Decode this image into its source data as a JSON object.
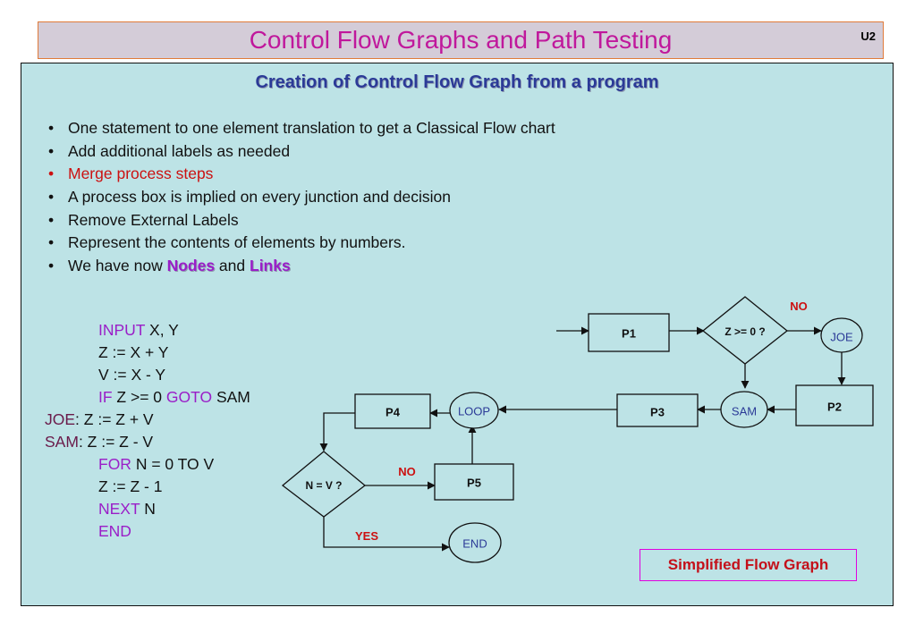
{
  "header": {
    "title": "Control Flow Graphs and Path Testing",
    "slide_id": "U2"
  },
  "subtitle": "Creation of Control Flow Graph from a program",
  "bullets": [
    {
      "text": "One statement to one element translation to get a Classical Flow chart"
    },
    {
      "text": "Add additional labels as needed"
    },
    {
      "text": "Merge process steps"
    },
    {
      "text": "A process box is implied on every junction and decision"
    },
    {
      "text": "Remove External Labels"
    },
    {
      "text": "Represent the contents of elements by numbers."
    },
    {
      "prefix": "We have now ",
      "hl1": "Nodes",
      "mid": " and ",
      "hl2": "Links"
    }
  ],
  "code": {
    "l1_kw": "INPUT",
    "l1_rest": " X, Y",
    "l2": "Z := X + Y",
    "l3": "V := X - Y",
    "l4_kw1": "IF",
    "l4_mid": " Z >= 0  ",
    "l4_kw2": "GOTO",
    "l4_rest": " SAM",
    "l5_label": "JOE",
    "l5_sep": ":  ",
    "l5_rest": "Z := Z + V",
    "l6_label": "SAM",
    "l6_sep": ": ",
    "l6_rest": "Z := Z - V",
    "l7_kw": "FOR",
    "l7_rest": " N = 0 TO V",
    "l8": "Z := Z - 1",
    "l9_kw": "NEXT",
    "l9_rest": " N",
    "l10_kw": "END"
  },
  "graph": {
    "nodes": {
      "p1": "P1",
      "p2": "P2",
      "p3": "P3",
      "p4": "P4",
      "p5": "P5",
      "d1": "Z >= 0 ?",
      "d2": "N = V ?",
      "joe": "JOE",
      "sam": "SAM",
      "loop": "LOOP",
      "end": "END"
    },
    "edge_labels": {
      "no1": "NO",
      "no2": "NO",
      "yes": "YES"
    }
  },
  "caption": "Simplified Flow Graph",
  "colors": {
    "title": "#c0189c",
    "subtitle": "#2b3a97",
    "highlight": "#9a1ec8",
    "panel": "#bde3e6",
    "red": "#cc1111",
    "node_text": "#2b3a97"
  }
}
